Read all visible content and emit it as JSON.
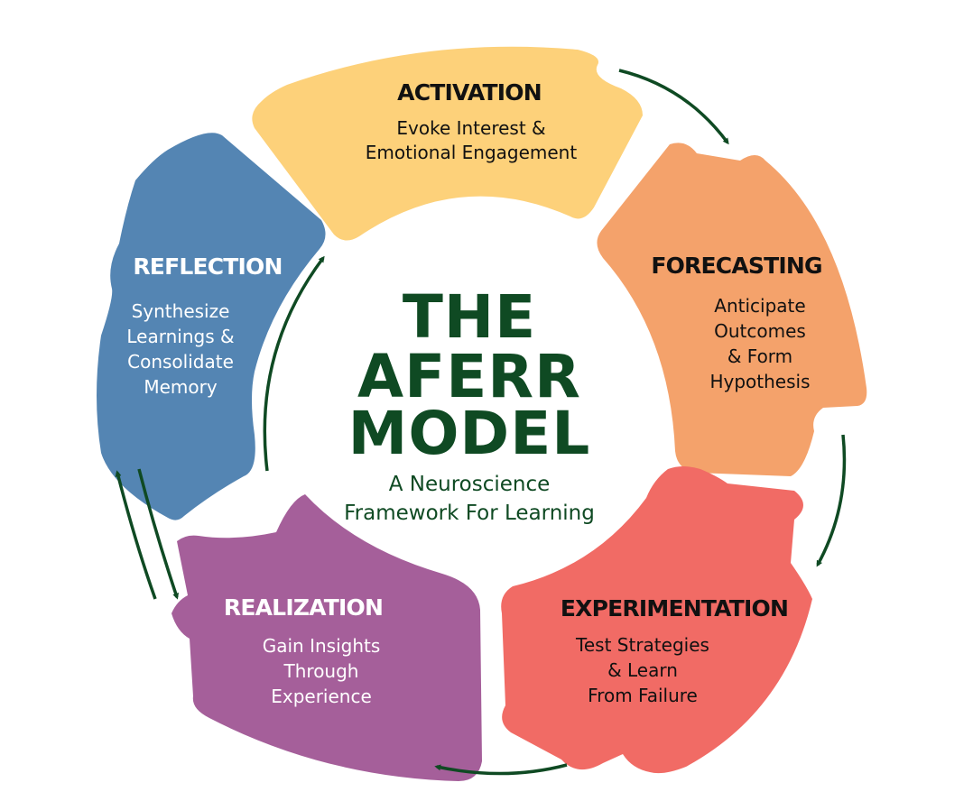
{
  "title": {
    "lines": [
      "THE",
      "AFERR",
      "MODEL"
    ],
    "subtitle_lines": [
      "A Neuroscience",
      "Framework For Learning"
    ],
    "color": "#0f4a23"
  },
  "arrow_color": "#0f4a23",
  "stages": [
    {
      "id": "activation",
      "title": "ACTIVATION",
      "description": [
        "Evoke Interest &",
        "Emotional Engagement"
      ],
      "fill": "#fdd17a",
      "text_color": "#111111"
    },
    {
      "id": "forecasting",
      "title": "FORECASTING",
      "description": [
        "Anticipate",
        "Outcomes",
        "& Form",
        "Hypothesis"
      ],
      "fill": "#f4a26b",
      "text_color": "#111111"
    },
    {
      "id": "experimentation",
      "title": "EXPERIMENTATION",
      "description": [
        "Test Strategies",
        "& Learn",
        "From Failure"
      ],
      "fill": "#f16b65",
      "text_color": "#111111"
    },
    {
      "id": "realization",
      "title": "REALIZATION",
      "description": [
        "Gain Insights",
        "Through",
        "Experience"
      ],
      "fill": "#a55f9a",
      "text_color": "#ffffff"
    },
    {
      "id": "reflection",
      "title": "REFLECTION",
      "description": [
        "Synthesize",
        "Learnings &",
        "Consolidate",
        "Memory"
      ],
      "fill": "#5485b3",
      "text_color": "#ffffff"
    }
  ]
}
